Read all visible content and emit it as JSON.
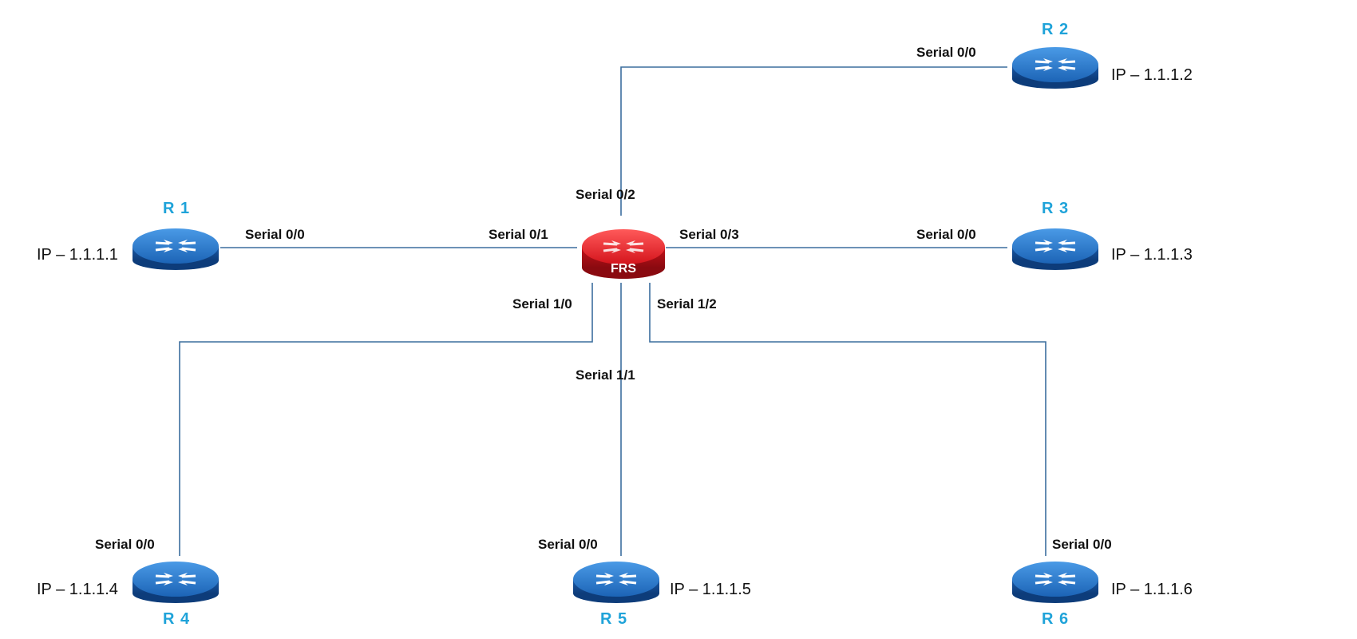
{
  "diagram": {
    "hub": {
      "name": "FRS",
      "color": "#e0202a"
    },
    "router_color": "#1f6fc4",
    "name_color": "#1fa3d9",
    "routers": [
      {
        "name": "R 1",
        "ip": "IP – 1.1.1.1",
        "port": "Serial 0/0",
        "hub_port": "Serial 0/1"
      },
      {
        "name": "R 2",
        "ip": "IP – 1.1.1.2",
        "port": "Serial 0/0",
        "hub_port": "Serial 0/2"
      },
      {
        "name": "R 3",
        "ip": "IP – 1.1.1.3",
        "port": "Serial 0/0",
        "hub_port": "Serial 0/3"
      },
      {
        "name": "R 4",
        "ip": "IP – 1.1.1.4",
        "port": "Serial 0/0",
        "hub_port": "Serial 1/0"
      },
      {
        "name": "R 5",
        "ip": "IP – 1.1.1.5",
        "port": "Serial 0/0",
        "hub_port": "Serial 1/1"
      },
      {
        "name": "R 6",
        "ip": "IP – 1.1.1.6",
        "port": "Serial 0/0",
        "hub_port": "Serial 1/2"
      }
    ]
  }
}
